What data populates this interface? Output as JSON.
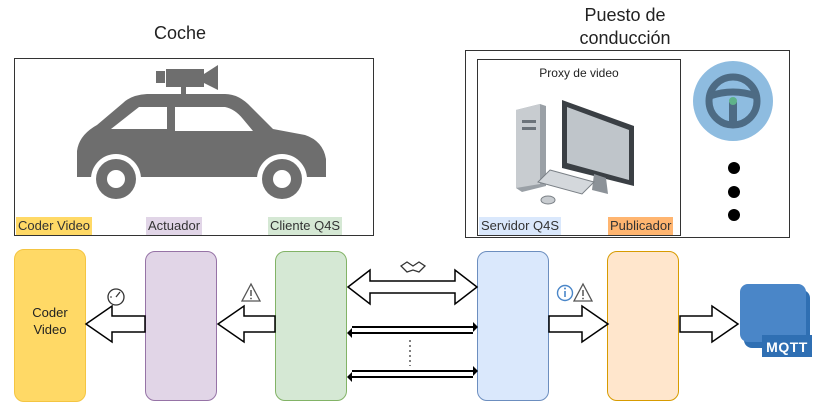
{
  "car_title": "Coche",
  "station_title_line1": "Puesto de",
  "station_title_line2": "conducción",
  "proxy_label": "Proxy de video",
  "car_tags": {
    "coder": "Coder Video",
    "actuator": "Actuador",
    "client": "Cliente Q4S"
  },
  "station_tags": {
    "server": "Servidor Q4S",
    "publisher": "Publicador"
  },
  "blocks": {
    "coder_line1": "Coder",
    "coder_line2": "Video"
  },
  "mqtt_label": "MQTT",
  "colors": {
    "coder": "#ffd966",
    "actuator": "#e1d5e7",
    "client": "#d5e8d4",
    "server": "#dae8fc",
    "publisher": "#ffe6cc",
    "mqtt": "#4a86c8",
    "car_gray": "#6e6e6e",
    "wheel_outer": "#8ebce0",
    "wheel_inner": "#4d6b84"
  },
  "icons": [
    "speedometer-icon",
    "warning-icon",
    "handshake-icon",
    "info-icon",
    "warning-icon",
    "car-icon",
    "video-camera-icon",
    "computer-icon",
    "steering-wheel-icon",
    "mqtt-icon"
  ]
}
